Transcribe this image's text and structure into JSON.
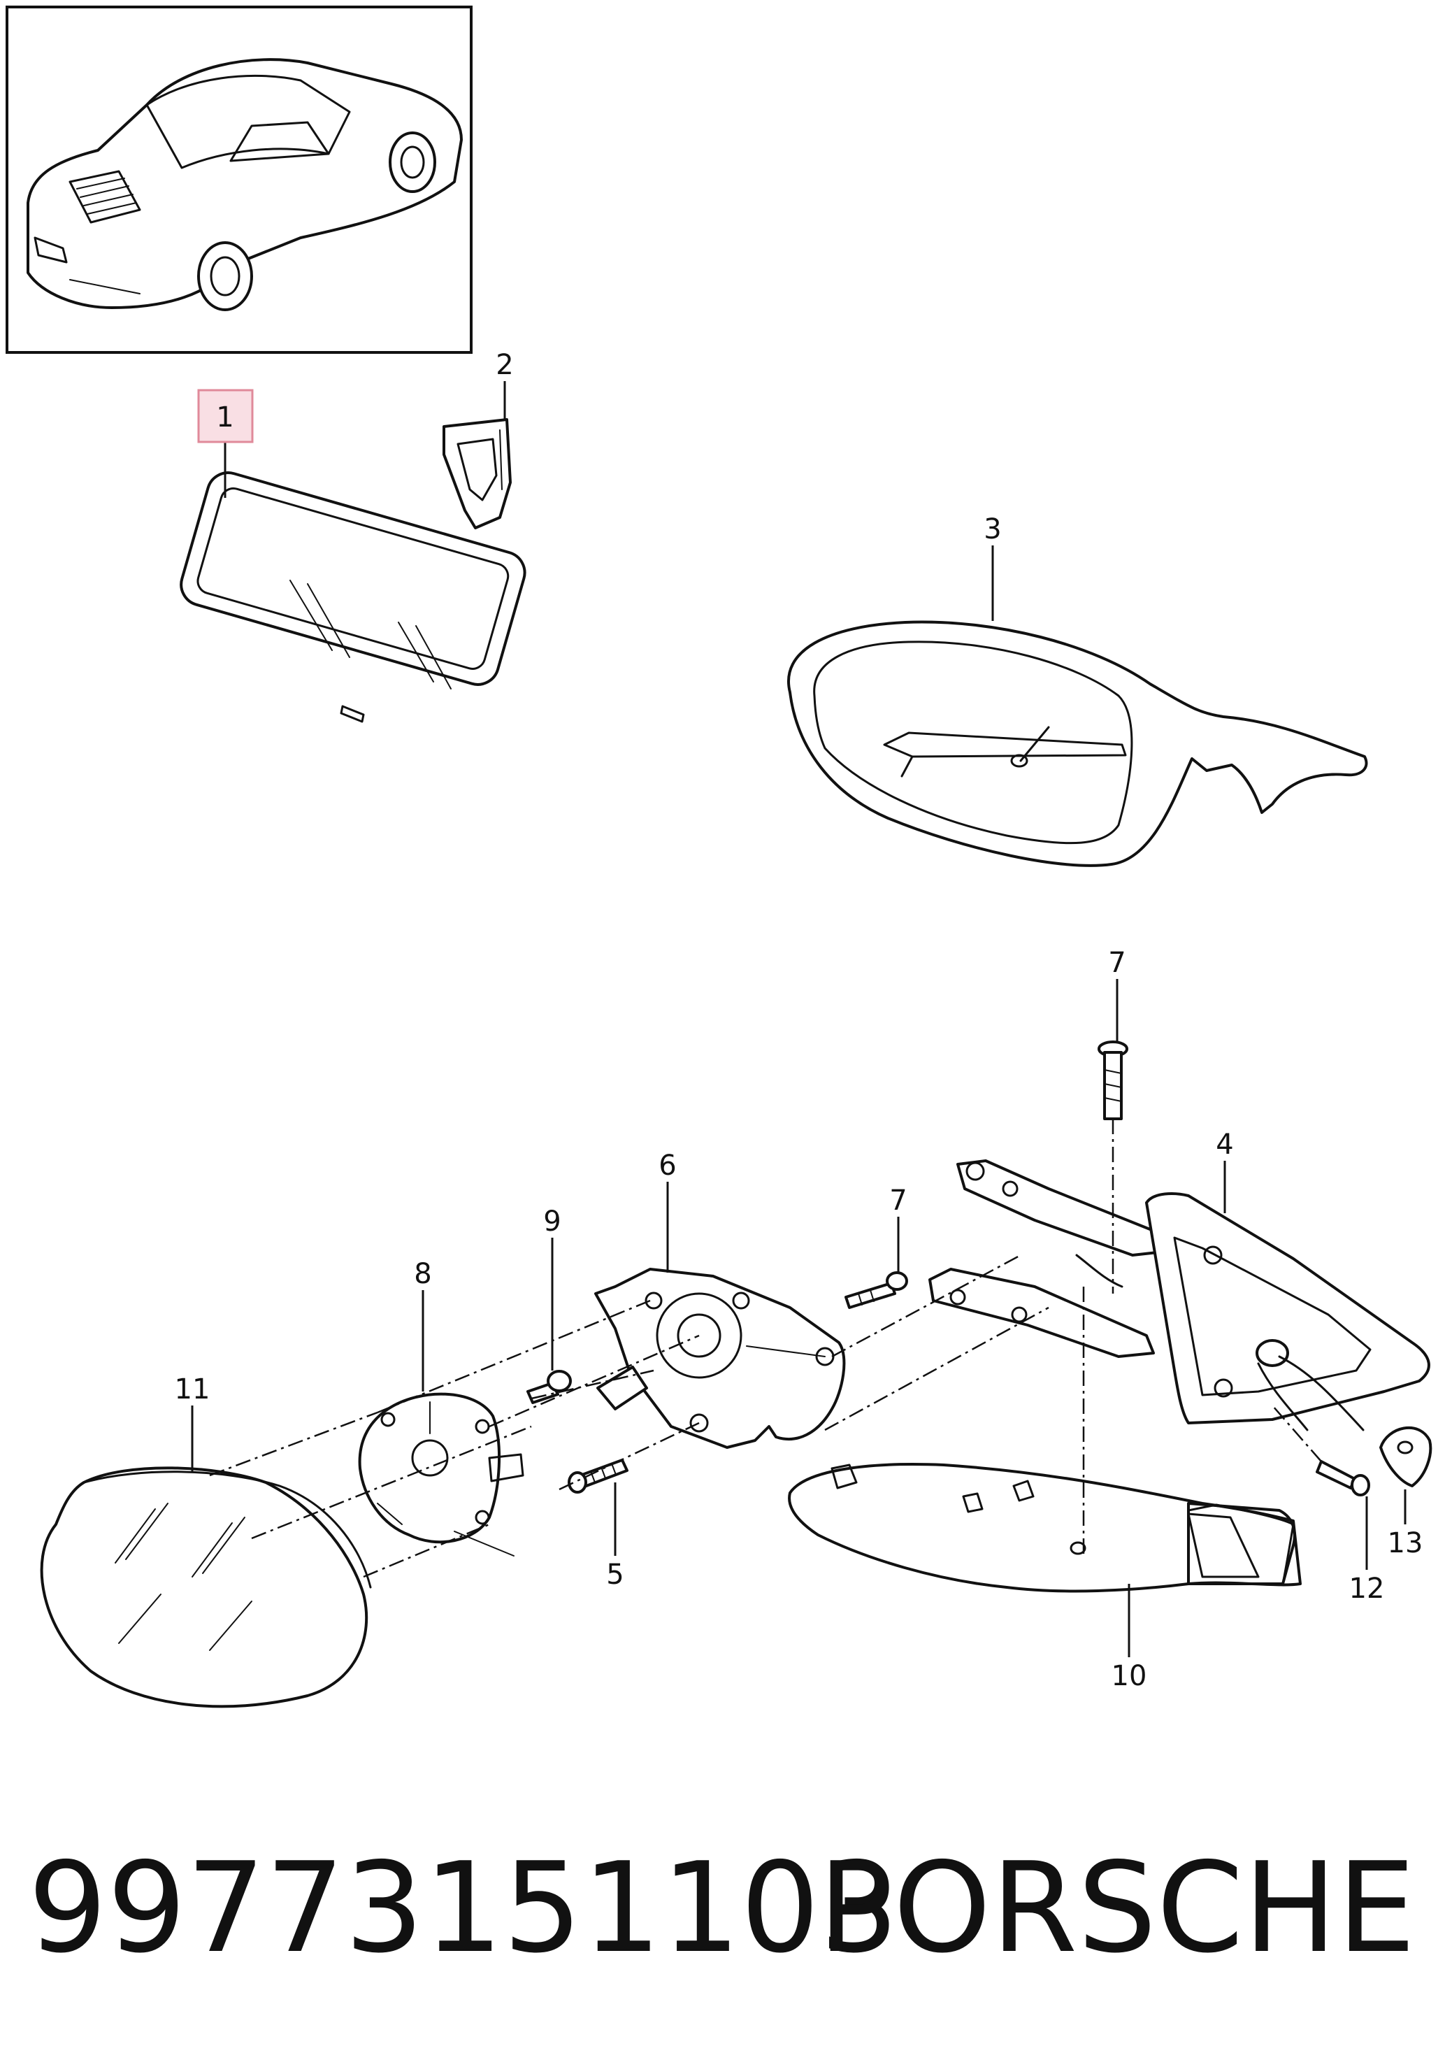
{
  "callouts": {
    "c1": "1",
    "c2": "2",
    "c3": "3",
    "c4": "4",
    "c5": "5",
    "c6": "6",
    "c7a": "7",
    "c7b": "7",
    "c8": "8",
    "c9": "9",
    "c10": "10",
    "c11": "11",
    "c12": "12",
    "c13": "13"
  },
  "highlight_color": "#f9dfe4",
  "highlight_border": "#e08a9a",
  "footer": {
    "part_number": "99773151103",
    "brand": "PORSCHE"
  }
}
